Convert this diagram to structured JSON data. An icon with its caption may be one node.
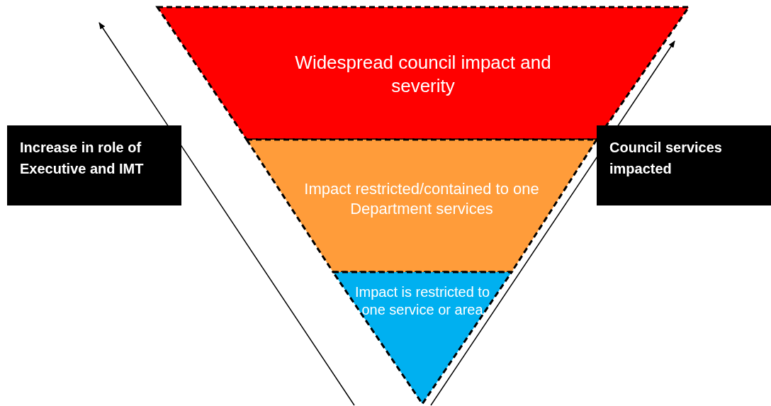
{
  "diagram": {
    "nodes": [
      {
        "text": [
          "Widespread council impact and severity"
        ]
      },
      {
        "text": [
          "Impact restricted/contained to one Department services"
        ]
      },
      {
        "text": [
          "Impact is restricted to one service or area"
        ]
      },
      {
        "text": [
          "Increase in role of Executive and IMT"
        ]
      },
      {
        "text": [
          "Council services impacted"
        ]
      }
    ]
  }
}
